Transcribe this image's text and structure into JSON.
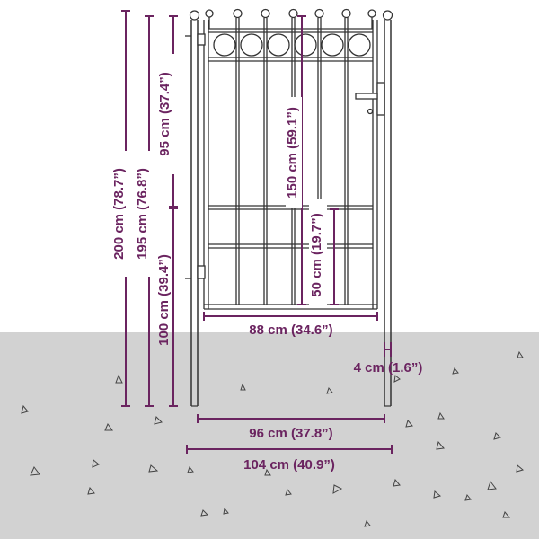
{
  "colors": {
    "dimension": "#6b2460",
    "fence": "#333333",
    "ground": "#d2d2d2",
    "background": "#ffffff"
  },
  "labels": {
    "total_height": "200 cm (78.7”)",
    "gate_height": "195 cm (76.8”)",
    "upper_section": "95 cm (37.4”)",
    "lower_section": "100 cm (39.4”)",
    "door_height": "150 cm (59.1”)",
    "bar_section": "50 cm (19.7”)",
    "door_width": "88 cm (34.6”)",
    "post_width": "4 cm (1.6”)",
    "gate_width": "96 cm (37.8”)",
    "total_width": "104 cm (40.9”)"
  }
}
